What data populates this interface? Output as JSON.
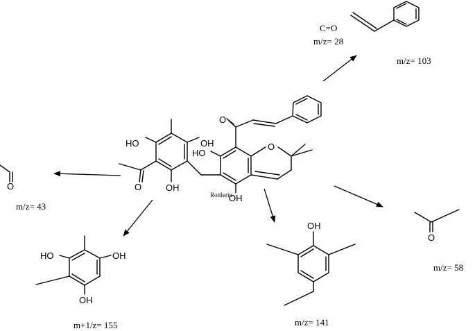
{
  "center": {
    "name": "Rottlerin"
  },
  "fragments": [
    {
      "id": "co",
      "formula": "C=O",
      "mz": "m/z= 28"
    },
    {
      "id": "styrene",
      "mz": "m/z= 103"
    },
    {
      "id": "ketene",
      "mz": "m/z= 43"
    },
    {
      "id": "acetone",
      "mz": "m/z= 58"
    },
    {
      "id": "phloroglucinol",
      "mz": "m+1/z= 155"
    },
    {
      "id": "phenol",
      "mz": "m/z= 141"
    }
  ],
  "atoms": {
    "OH": "OH",
    "HO": "HO",
    "O": "O"
  }
}
